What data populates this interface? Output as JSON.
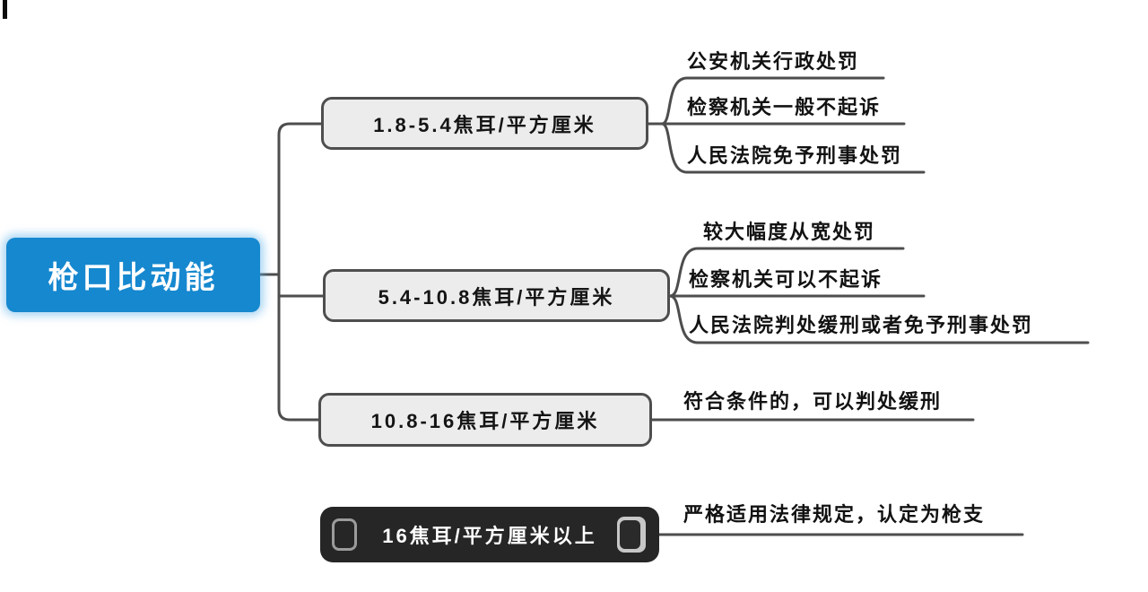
{
  "mindmap": {
    "root": {
      "label": "枪口比动能"
    },
    "branches": [
      {
        "label": "1.8-5.4焦耳/平方厘米",
        "children": [
          {
            "label": "公安机关行政处罚"
          },
          {
            "label": "检察机关一般不起诉"
          },
          {
            "label": "人民法院免予刑事处罚"
          }
        ]
      },
      {
        "label": "5.4-10.8焦耳/平方厘米",
        "children": [
          {
            "label": "较大幅度从宽处罚"
          },
          {
            "label": "检察机关可以不起诉"
          },
          {
            "label": "人民法院判处缓刑或者免予刑事处罚"
          }
        ]
      },
      {
        "label": "10.8-16焦耳/平方厘米",
        "children": [
          {
            "label": "符合条件的，可以判处缓刑"
          }
        ]
      },
      {
        "label": "16焦耳/平方厘米以上",
        "children": [
          {
            "label": "严格适用法律规定，认定为枪支"
          }
        ]
      }
    ],
    "colors": {
      "root_fill": "#1688CF",
      "root_text": "#FFFFFF",
      "branch_fill": "#ECECEC",
      "branch_border": "#4E4E4E",
      "dark_node_fill": "#262626",
      "dark_node_text": "#FFFFFF",
      "connector_line": "#4D4D4D",
      "leaf_text": "#121212"
    }
  }
}
